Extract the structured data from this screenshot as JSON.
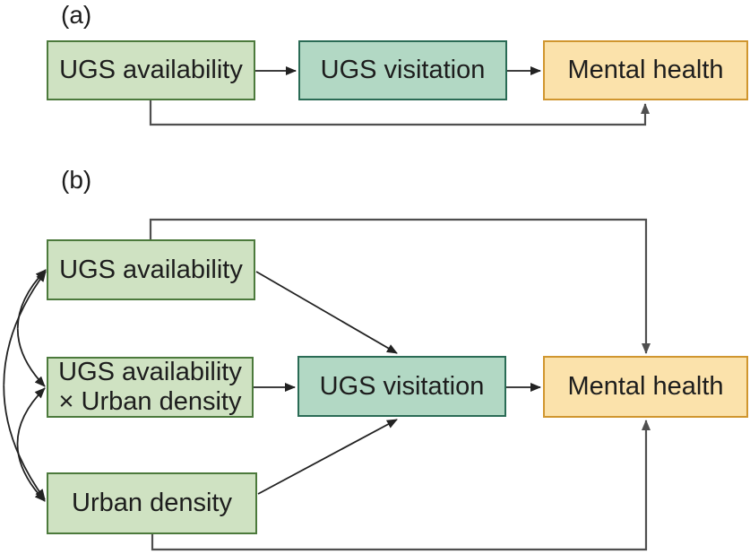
{
  "colors": {
    "green_fill": "#cfe2c2",
    "green_border": "#4c7a3c",
    "teal_fill": "#b2d8c4",
    "teal_border": "#2a6b55",
    "amber_fill": "#fbe2ab",
    "amber_border": "#d0962f",
    "line_dark": "#222222",
    "line_gray": "#4f4f4f",
    "text": "#1d1d1d"
  },
  "panel_a": {
    "label": "(a)",
    "availability": "UGS availability",
    "visitation": "UGS visitation",
    "mental": "Mental health",
    "edges": [
      {
        "from": "UGS availability",
        "to": "UGS visitation",
        "type": "direct-arrow"
      },
      {
        "from": "UGS visitation",
        "to": "Mental health",
        "type": "direct-arrow"
      },
      {
        "from": "UGS availability",
        "to": "Mental health",
        "type": "elbow-arrow"
      }
    ]
  },
  "panel_b": {
    "label": "(b)",
    "availability": "UGS availability",
    "interaction_line1": "UGS availability",
    "interaction_line2": "× Urban density",
    "density": "Urban density",
    "visitation": "UGS visitation",
    "mental": "Mental health",
    "edges": [
      {
        "from": "UGS availability",
        "to": "UGS visitation",
        "type": "diagonal-arrow"
      },
      {
        "from": "UGS availability × Urban density",
        "to": "UGS visitation",
        "type": "direct-arrow"
      },
      {
        "from": "Urban density",
        "to": "UGS visitation",
        "type": "diagonal-arrow"
      },
      {
        "from": "UGS visitation",
        "to": "Mental health",
        "type": "direct-arrow"
      },
      {
        "from": "UGS availability",
        "to": "Mental health",
        "type": "elbow-arrow"
      },
      {
        "from": "Urban density",
        "to": "Mental health",
        "type": "elbow-arrow"
      },
      {
        "from": "UGS availability",
        "to": "UGS availability × Urban density",
        "type": "covariance-curve"
      },
      {
        "from": "UGS availability",
        "to": "Urban density",
        "type": "covariance-curve"
      },
      {
        "from": "UGS availability × Urban density",
        "to": "Urban density",
        "type": "covariance-curve"
      }
    ]
  }
}
